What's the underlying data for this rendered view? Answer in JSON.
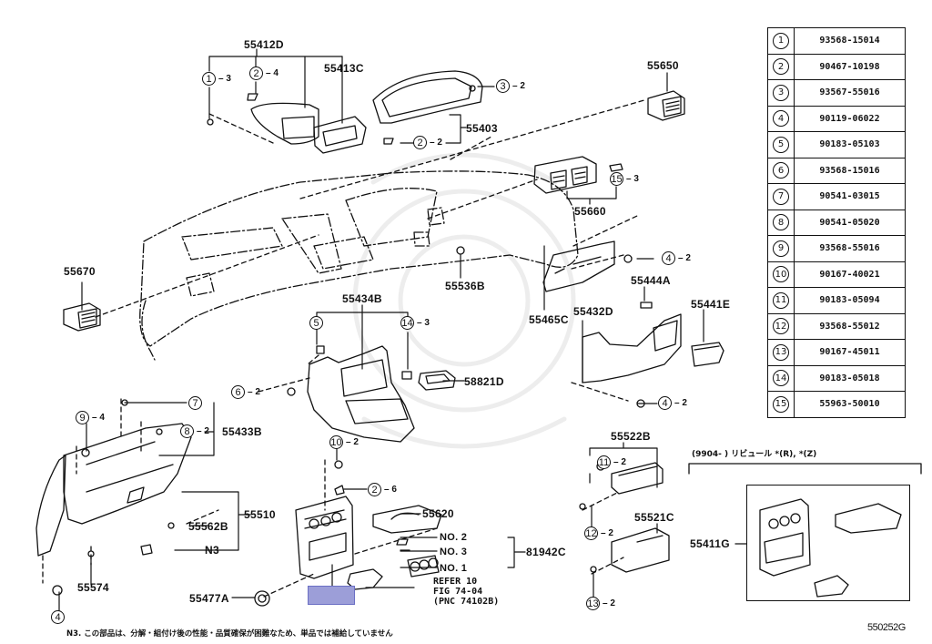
{
  "diagram": {
    "figure_code": "550252G",
    "highlight_color": "#9c9ed8",
    "part_labels": {
      "p55412D": "55412D",
      "p55413C": "55413C",
      "p55403": "55403",
      "p55650": "55650",
      "p55660": "55660",
      "p55670": "55670",
      "p55536B": "55536B",
      "p55465C": "55465C",
      "p55444A": "55444A",
      "p55432D": "55432D",
      "p55441E": "55441E",
      "p55434B": "55434B",
      "p58821D": "58821D",
      "p55433B": "55433B",
      "p55510": "55510",
      "p55562B": "55562B",
      "pN3": "N3",
      "p55574": "55574",
      "p55477A": "55477A",
      "p55620": "55620",
      "p81942C": "81942C",
      "p55522B": "55522B",
      "p55521C": "55521C",
      "p55411G": "55411G",
      "no2": "NO. 2",
      "no3": "NO. 3",
      "no1": "NO. 1"
    },
    "callouts": [
      {
        "id": "c1",
        "num": "1",
        "qty": "3"
      },
      {
        "id": "c2a",
        "num": "2",
        "qty": "4"
      },
      {
        "id": "c3",
        "num": "3",
        "qty": "2"
      },
      {
        "id": "c2b",
        "num": "2",
        "qty": "2"
      },
      {
        "id": "c15",
        "num": "15",
        "qty": "3"
      },
      {
        "id": "c4a",
        "num": "4",
        "qty": "2"
      },
      {
        "id": "c5",
        "num": "5",
        "qty": ""
      },
      {
        "id": "c14",
        "num": "14",
        "qty": "3"
      },
      {
        "id": "c6",
        "num": "6",
        "qty": "2"
      },
      {
        "id": "c4b",
        "num": "4",
        "qty": "2"
      },
      {
        "id": "c7",
        "num": "7",
        "qty": ""
      },
      {
        "id": "c9",
        "num": "9",
        "qty": "4"
      },
      {
        "id": "c8",
        "num": "8",
        "qty": "2"
      },
      {
        "id": "c10",
        "num": "10",
        "qty": "2"
      },
      {
        "id": "c2c",
        "num": "2",
        "qty": "6"
      },
      {
        "id": "c11",
        "num": "11",
        "qty": "2"
      },
      {
        "id": "c12",
        "num": "12",
        "qty": "2"
      },
      {
        "id": "c13",
        "num": "13",
        "qty": "2"
      },
      {
        "id": "c4c",
        "num": "4",
        "qty": ""
      }
    ],
    "refer_note": "REFER 10\nFIG 74-04\n(PNC 74102B)",
    "variant_note": "(9904-      ) リビュール *(R), *(Z)",
    "footnote": "N3. この部品は、分解・組付け後の性能・品質確保が困難なため、単品では補給していません"
  },
  "parts_table": [
    {
      "num": "1",
      "part": "93568-15014"
    },
    {
      "num": "2",
      "part": "90467-10198"
    },
    {
      "num": "3",
      "part": "93567-55016"
    },
    {
      "num": "4",
      "part": "90119-06022"
    },
    {
      "num": "5",
      "part": "90183-05103"
    },
    {
      "num": "6",
      "part": "93568-15016"
    },
    {
      "num": "7",
      "part": "90541-03015"
    },
    {
      "num": "8",
      "part": "90541-05020"
    },
    {
      "num": "9",
      "part": "93568-55016"
    },
    {
      "num": "10",
      "part": "90167-40021"
    },
    {
      "num": "11",
      "part": "90183-05094"
    },
    {
      "num": "12",
      "part": "93568-55012"
    },
    {
      "num": "13",
      "part": "90167-45011"
    },
    {
      "num": "14",
      "part": "90183-05018"
    },
    {
      "num": "15",
      "part": "55963-50010"
    }
  ]
}
